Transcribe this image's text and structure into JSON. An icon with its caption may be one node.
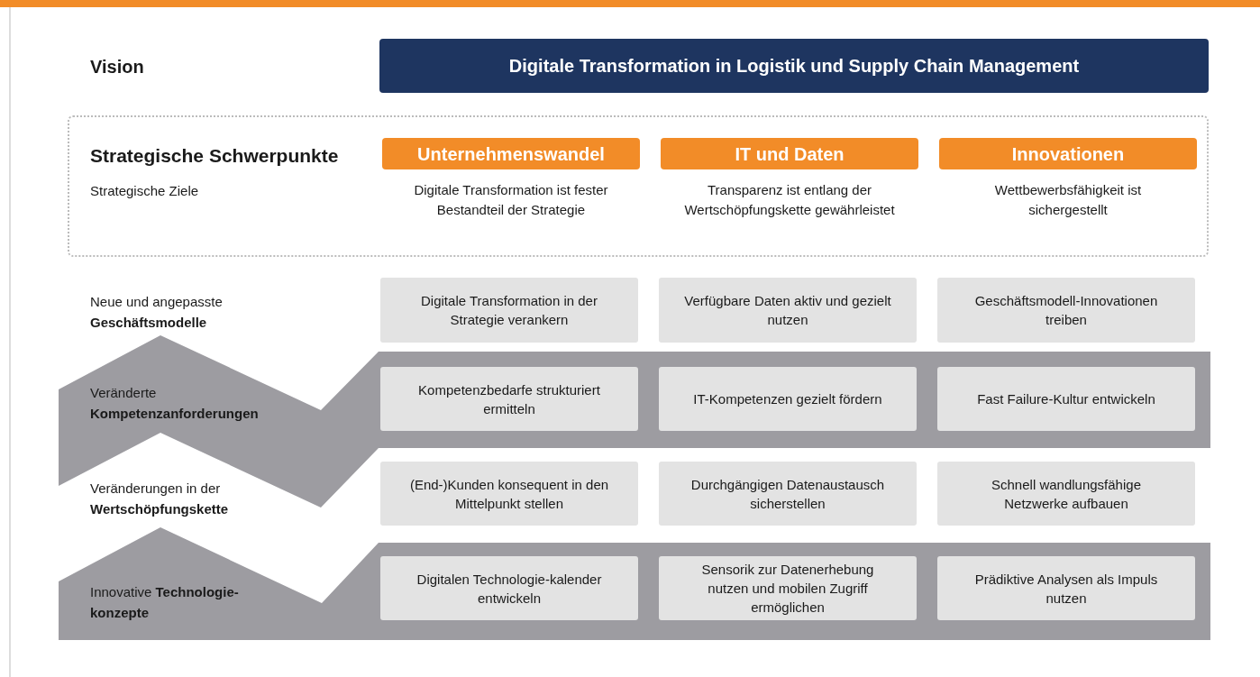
{
  "diagram": {
    "nodes": [
      {
        "text": [
          "Digitale Transformation in Logistik und Supply Chain Management"
        ]
      },
      {
        "text": [
          "Strategische Schwerpunkte",
          "Strategische Ziele"
        ]
      },
      {
        "text": [
          "Unternehmenswandel"
        ],
        "in": 1,
        "beside": [
          "Digitale Transformation ist fester Bestandteil der Strategie"
        ]
      },
      {
        "text": [
          "IT und Daten"
        ],
        "in": 1,
        "beside": [
          "Transparenz ist entlang der Wertschöpfungskette gewährleistet"
        ]
      },
      {
        "text": [
          "Innovationen"
        ],
        "in": 1,
        "beside": [
          "Wettbewerbsfähigkeit ist sichergestellt"
        ]
      },
      {
        "text": [
          "Digitale Transformation in der Strategie verankern"
        ]
      },
      {
        "text": [
          "Verfügbare Daten aktiv und gezielt nutzen"
        ]
      },
      {
        "text": [
          "Geschäftsmodell-Innovationen treiben"
        ]
      },
      {
        "text": [
          "Veränderte **Kompetenzanforderungen**"
        ]
      },
      {
        "text": [
          "Kompetenzbedarfe strukturiert ermitteln"
        ],
        "in": 8
      },
      {
        "text": [
          "IT-Kompetenzen gezielt fördern"
        ],
        "in": 8
      },
      {
        "text": [
          "Fast Failure-Kultur entwickeln"
        ],
        "in": 8
      },
      {
        "text": [
          "(End-)Kunden konsequent in den Mittelpunkt stellen"
        ]
      },
      {
        "text": [
          "Durchgängigen Datenaustausch sicherstellen"
        ]
      },
      {
        "text": [
          "Schnell wandlungsfähige Netzwerke aufbauen"
        ]
      },
      {
        "text": [
          "Innovative **Technologie-konzepte**"
        ]
      },
      {
        "text": [
          "Digitalen Technologie-kalender entwickeln"
        ],
        "in": 15
      },
      {
        "text": [
          "Sensorik zur Datenerhebung nutzen und mobilen Zugriff ermöglichen"
        ],
        "in": 15
      },
      {
        "text": [
          "Prädiktive Analysen als Impuls nutzen"
        ],
        "in": 15
      }
    ],
    "edges": [],
    "labels": [
      "Vision",
      "Neue und angepasste **Geschäftsmodelle**",
      "Veränderungen in der **Wertschöpfungskette**"
    ]
  }
}
